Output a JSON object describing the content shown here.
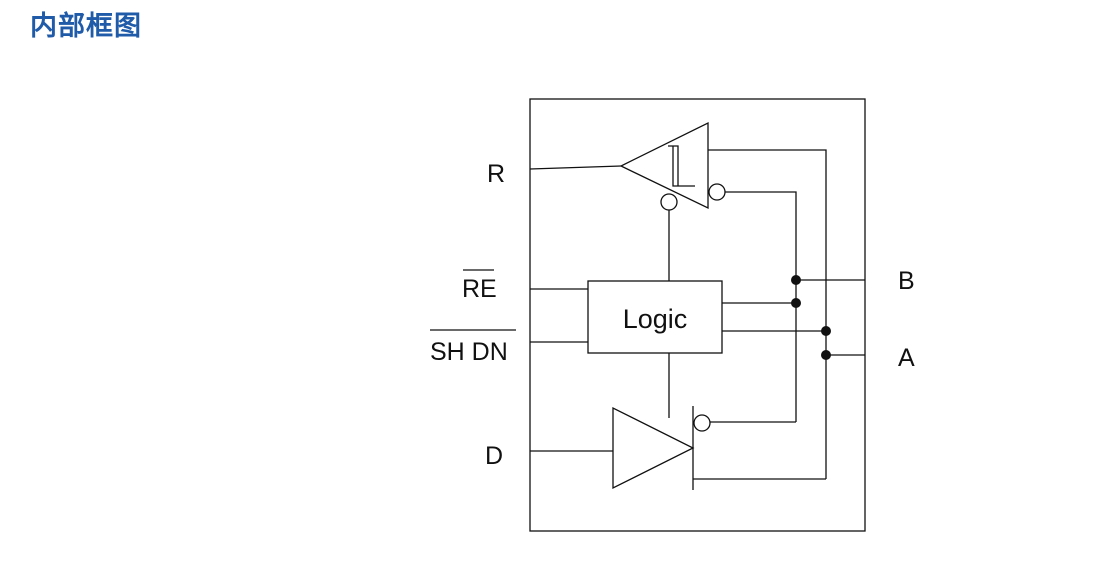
{
  "header": {
    "title": "内部框图"
  },
  "diagram": {
    "pins": {
      "r": "R",
      "re": "RE",
      "shdn": "SH DN",
      "d": "D",
      "b": "B",
      "a": "A"
    },
    "logic_block_label": "Logic"
  }
}
